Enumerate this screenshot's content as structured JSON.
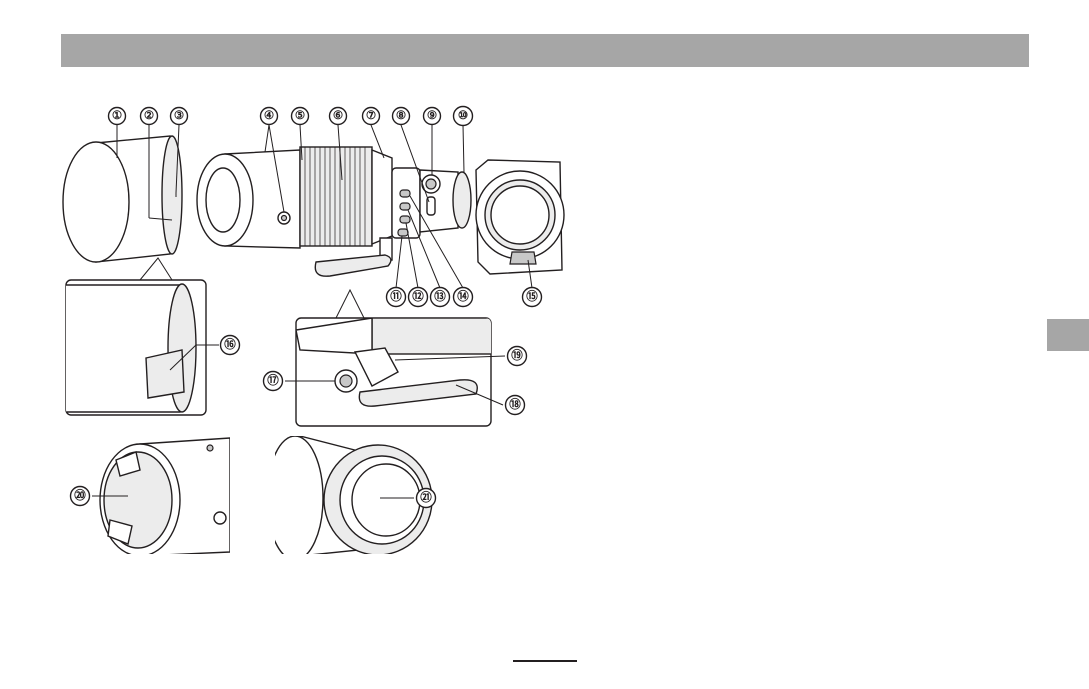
{
  "callouts": [
    {
      "id": "c1",
      "label": "①"
    },
    {
      "id": "c2",
      "label": "②"
    },
    {
      "id": "c3",
      "label": "③"
    },
    {
      "id": "c4",
      "label": "④"
    },
    {
      "id": "c5",
      "label": "⑤"
    },
    {
      "id": "c6",
      "label": "⑥"
    },
    {
      "id": "c7",
      "label": "⑦"
    },
    {
      "id": "c8",
      "label": "⑧"
    },
    {
      "id": "c9",
      "label": "⑨"
    },
    {
      "id": "c10",
      "label": "⑩"
    },
    {
      "id": "c11",
      "label": "⑪"
    },
    {
      "id": "c12",
      "label": "⑫"
    },
    {
      "id": "c13",
      "label": "⑬"
    },
    {
      "id": "c14",
      "label": "⑭"
    },
    {
      "id": "c15",
      "label": "⑮"
    },
    {
      "id": "c16",
      "label": "⑯"
    },
    {
      "id": "c17",
      "label": "⑰"
    },
    {
      "id": "c18",
      "label": "⑱"
    },
    {
      "id": "c19",
      "label": "⑲"
    },
    {
      "id": "c20",
      "label": "⑳"
    },
    {
      "id": "c21",
      "label": "㉑"
    }
  ],
  "colors": {
    "header_bar": "#a6a6a6",
    "ink": "#231f20"
  }
}
